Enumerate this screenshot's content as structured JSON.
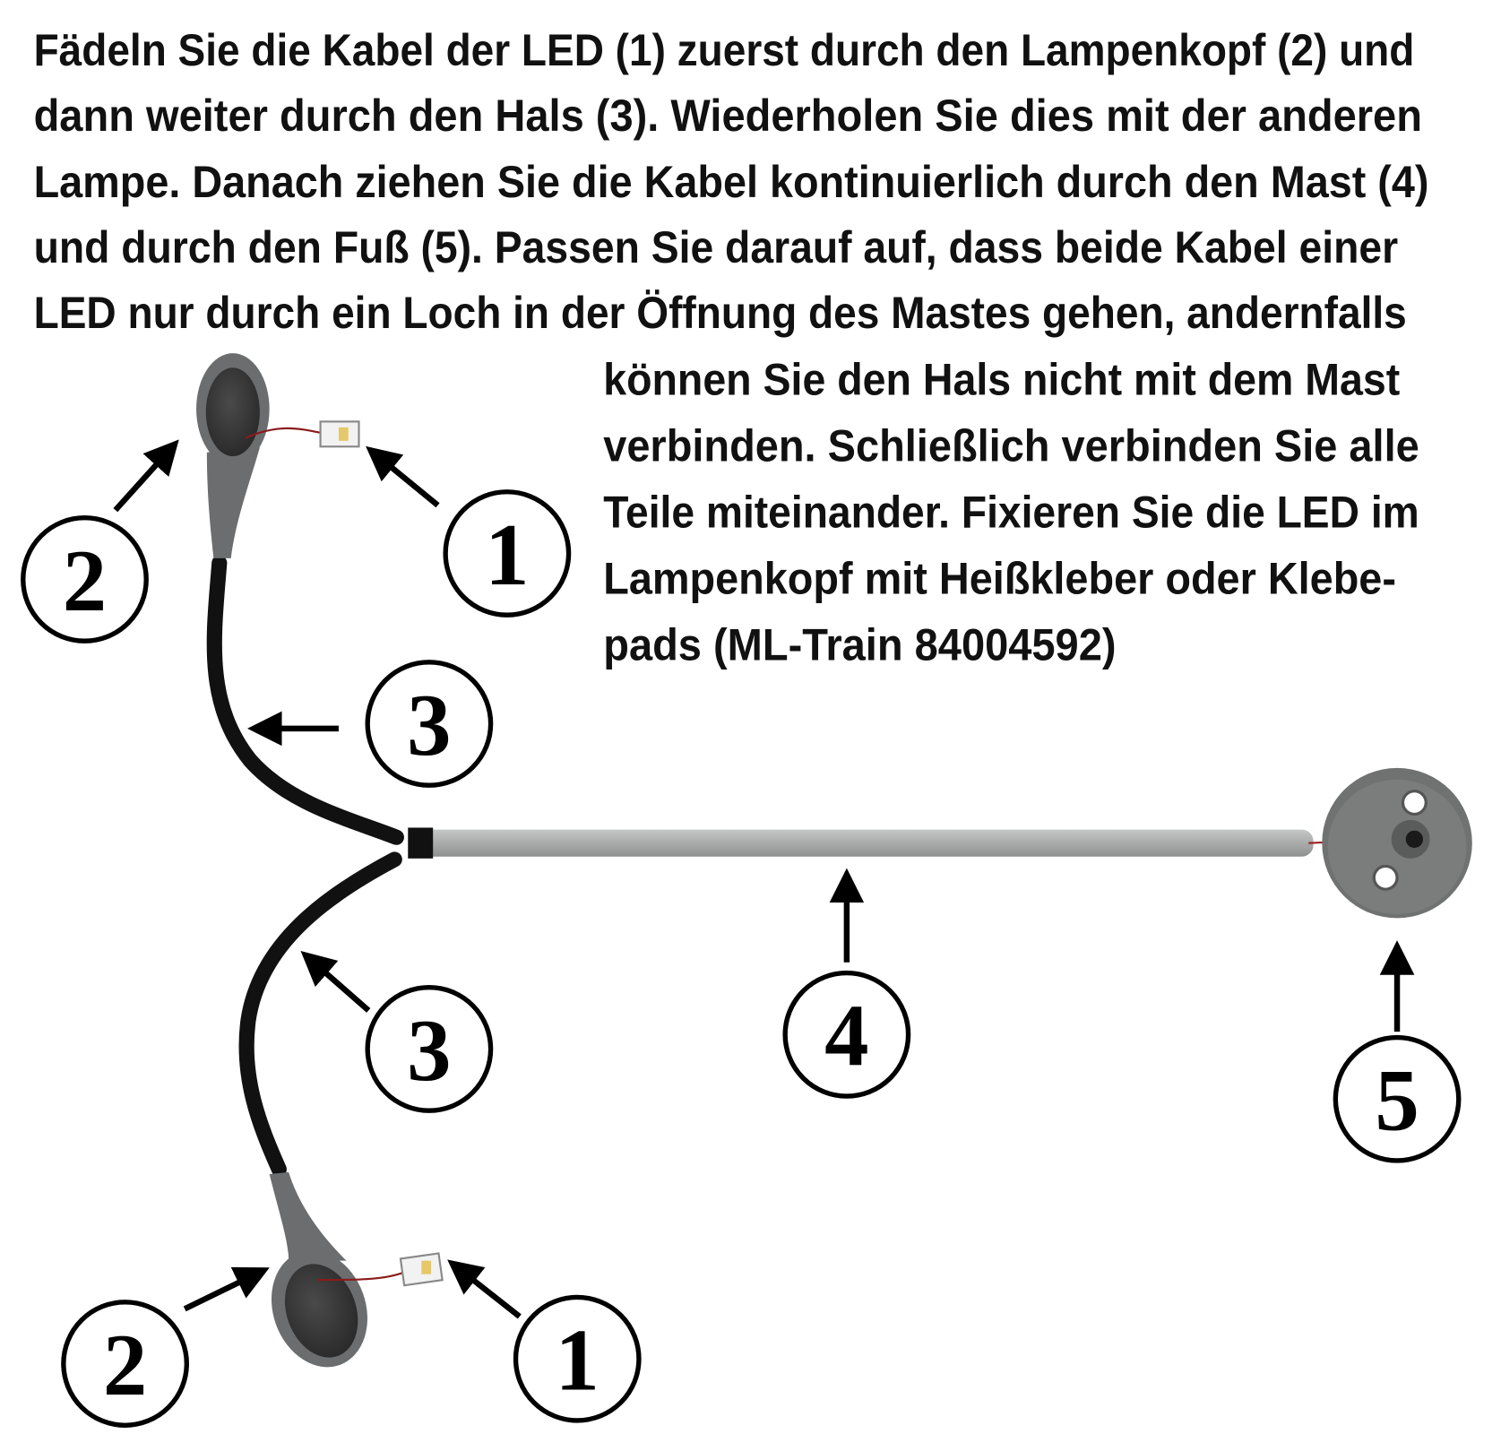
{
  "instructions": {
    "lines": [
      "Fädeln Sie die Kabel der LED (1) zuerst durch den Lampenkopf (2) und",
      "dann weiter durch den Hals (3). Wiederholen Sie dies mit der anderen",
      "Lampe. Danach ziehen Sie die Kabel kontinuierlich durch den Mast (4)",
      "und durch den Fuß (5). Passen Sie darauf auf, dass beide Kabel einer",
      "LED nur durch ein Loch in der Öffnung des Mastes gehen, andernfalls",
      "können Sie den Hals nicht mit dem Mast",
      "verbinden. Schließlich verbinden Sie alle",
      "Teile miteinander. Fixieren Sie die LED im",
      "Lampenkopf mit Heißkleber oder Klebe-",
      "pads (ML-Train 84004592)"
    ]
  },
  "callouts": {
    "led_top": "1",
    "head_top": "2",
    "neck_top": "3",
    "neck_bottom": "3",
    "mast": "4",
    "base": "5",
    "head_bottom": "2",
    "led_bottom": "1"
  },
  "colors": {
    "plastic": "#6b6d6e",
    "mast": "#a9acab",
    "cable": "#111111"
  }
}
